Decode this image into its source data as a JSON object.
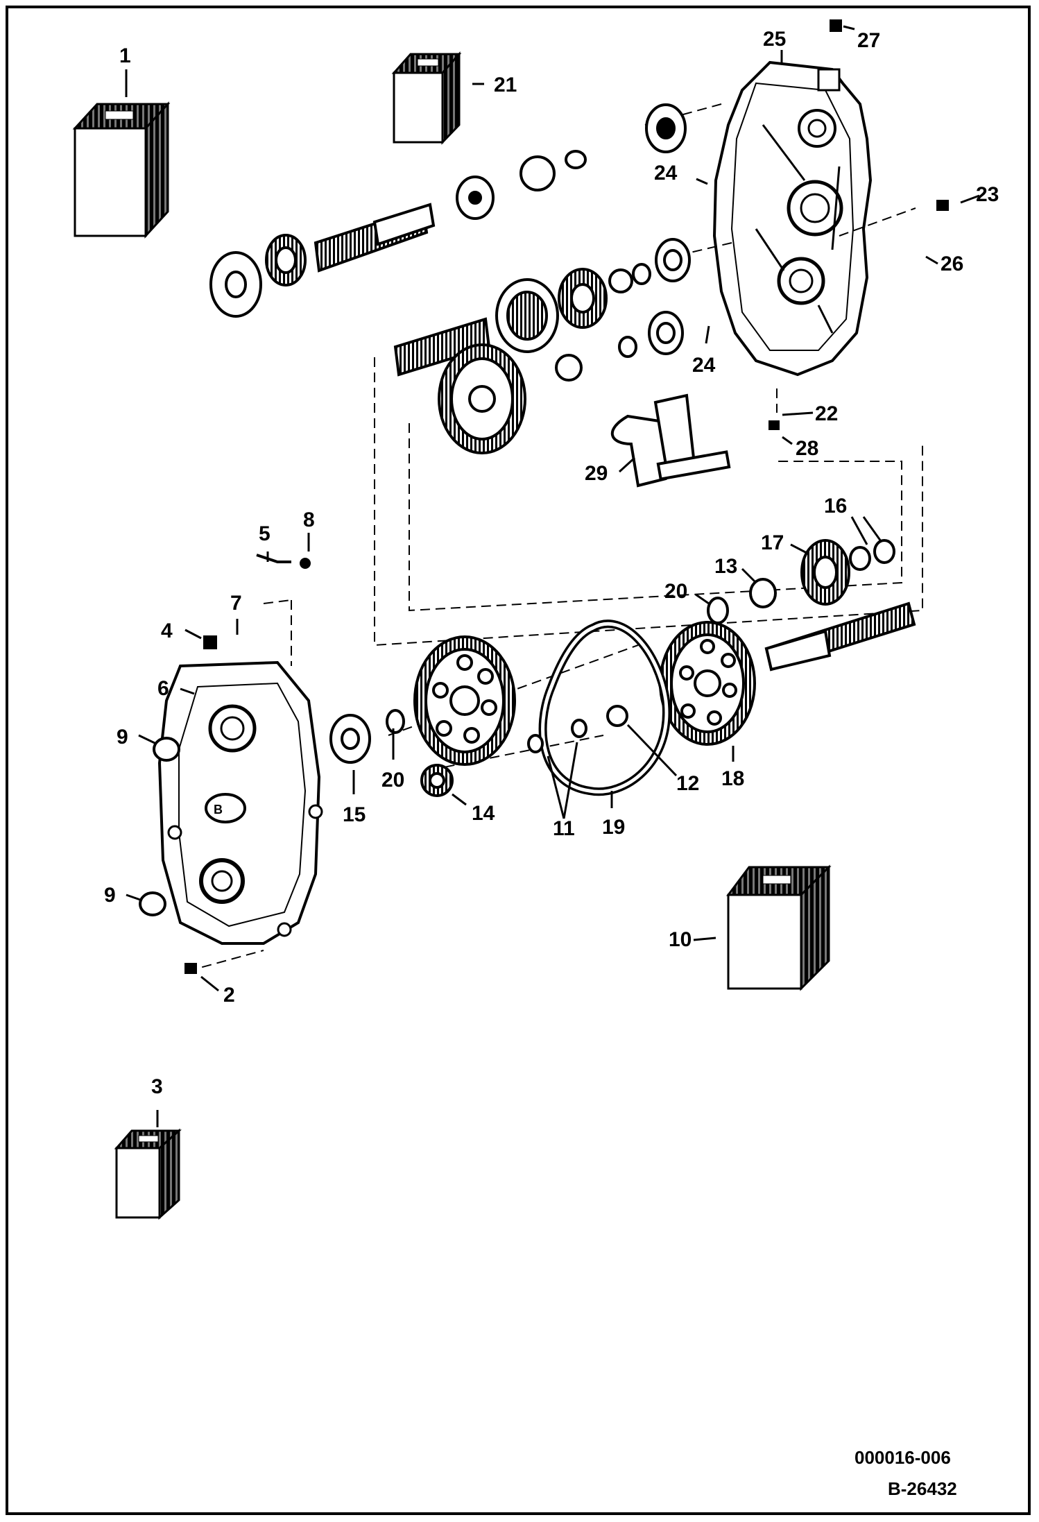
{
  "diagram": {
    "callouts": [
      "1",
      "2",
      "3",
      "4",
      "5",
      "6",
      "7",
      "8",
      "9",
      "9",
      "10",
      "11",
      "12",
      "13",
      "14",
      "15",
      "16",
      "17",
      "18",
      "19",
      "20",
      "20",
      "21",
      "22",
      "23",
      "24",
      "24",
      "25",
      "26",
      "27",
      "28",
      "29"
    ],
    "figure_code": "000016-006",
    "figure_ref": "B-26432"
  },
  "colors": {
    "ink": "#000000",
    "paper": "#ffffff",
    "shade": "#555555"
  }
}
